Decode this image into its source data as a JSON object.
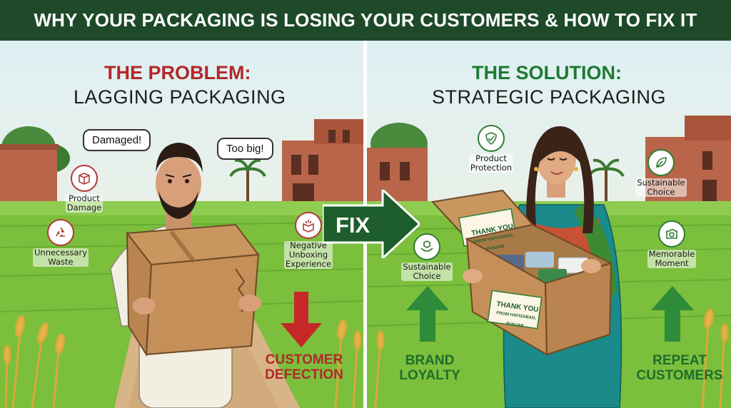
{
  "banner": {
    "title": "WHY YOUR PACKAGING IS LOSING YOUR CUSTOMERS & HOW TO FIX IT"
  },
  "problem": {
    "heading": "THE PROBLEM:",
    "subheading": "LAGGING PACKAGING",
    "bubbles": [
      "Damaged!",
      "Too big!"
    ],
    "issues": [
      {
        "label1": "Product",
        "label2": "Damage",
        "icon": "damaged-box-icon"
      },
      {
        "label1": "Unnecessary",
        "label2": "Waste",
        "icon": "recycle-icon"
      },
      {
        "label1": "Negative",
        "label2": "Unboxing",
        "label3": "Experience",
        "icon": "broken-box-icon"
      }
    ],
    "outcome": {
      "line1": "CUSTOMER",
      "line2": "DEFECTION"
    }
  },
  "fix": {
    "label": "FIX"
  },
  "solution": {
    "heading": "THE SOLUTION:",
    "subheading": "STRATEGIC PACKAGING",
    "benefits": [
      {
        "label1": "Product",
        "label2": "Protection",
        "icon": "shield-check-icon"
      },
      {
        "label1": "Sustainable",
        "label2": "Choice",
        "icon": "leaf-icon"
      },
      {
        "label1": "Sustainable",
        "label2": "Choice",
        "icon": "hands-box-icon"
      },
      {
        "label1": "Memorable",
        "label2": "Moment",
        "icon": "camera-icon"
      }
    ],
    "box_note": {
      "line1": "THANK YOU",
      "line2": "FROM HAFIZABAD, PUNJAB"
    },
    "outcomes": [
      {
        "line1": "BRAND",
        "line2": "LOYALTY"
      },
      {
        "line1": "REPEAT",
        "line2": "CUSTOMERS"
      }
    ]
  },
  "colors": {
    "banner": "#1e4a2a",
    "problem": "#b2282a",
    "solution": "#1e7a32",
    "arrow_red": "#c62828",
    "arrow_green": "#2e8b3a"
  }
}
